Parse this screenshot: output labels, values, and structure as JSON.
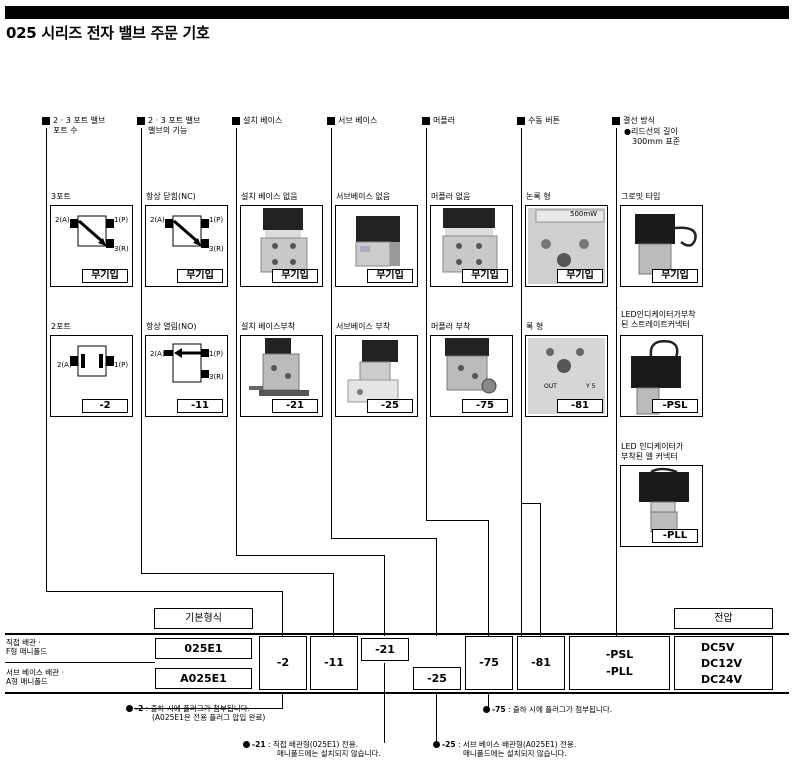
{
  "title": "025 시리즈 전자 밸브 주문 기호",
  "headers": {
    "h1": [
      "2 · 3 포트 밸브",
      "포트 수"
    ],
    "h2": [
      "2 · 3 포트 밸브",
      "밸브의 기능"
    ],
    "h3": "설치 베이스",
    "h4": "서브 베이스",
    "h5": "머플러",
    "h6": "수동 버튼",
    "h7": "결선 방식",
    "h7_sub": [
      "●리드선의 길이",
      "300mm 표준"
    ]
  },
  "options": {
    "port3": {
      "label": "3포트",
      "code": "무기입",
      "sym": {
        "a": "2(A)",
        "p": "1(P)",
        "r": "3(R)"
      }
    },
    "port2": {
      "label": "2포트",
      "code": "-2",
      "sym": {
        "a": "2(A)",
        "p": "1(P)"
      }
    },
    "nc": {
      "label": "항상 닫힘(NC)",
      "code": "무기입",
      "sym": {
        "a": "2(A)",
        "p": "1(P)",
        "r": "3(R)"
      }
    },
    "no": {
      "label": "항상 열림(NO)",
      "code": "-11",
      "sym": {
        "a": "2(A)",
        "p": "1(P)",
        "r": "3(R)"
      }
    },
    "base_none": {
      "label": "설치 베이스 없음",
      "code": "무기입"
    },
    "base_with": {
      "label": "설치 베이스부착",
      "code": "-21"
    },
    "sub_none": {
      "label": "서브베이스 없음",
      "code": "무기입"
    },
    "sub_with": {
      "label": "서브베이스 부착",
      "code": "-25"
    },
    "muf_none": {
      "label": "머플러 없음",
      "code": "무기입"
    },
    "muf_with": {
      "label": "머플러 부착",
      "code": "-75"
    },
    "btn_flat": {
      "label": "논록 형",
      "code": "무기입",
      "plate": "500mW"
    },
    "btn_none": {
      "label": "록 형",
      "code": "-81",
      "plate_out": "OUT",
      "plate_y": "Y 5"
    },
    "wire_grommet": {
      "label": "그로밋 타입",
      "code": "무기입"
    },
    "wire_psl": {
      "label": [
        "LED인디케이터가부착",
        "된 스트레이트커넥터"
      ],
      "code": "-PSL"
    },
    "wire_pll": {
      "label": [
        "LED 인디케이터가",
        "부착된 엘 커넥터"
      ],
      "code": "-PLL"
    }
  },
  "table": {
    "basic_header": "기본형식",
    "voltage_header": "전압",
    "row1_label": [
      "직접 배관 ·",
      "F형 매니폴드"
    ],
    "row2_label": [
      "서브 베이스 배관 ·",
      "A형 매니폴드"
    ],
    "basic1": "025E1",
    "basic2": "A025E1",
    "c_port": "-2",
    "c_func": "-11",
    "c_base": "-21",
    "c_sub": "-25",
    "c_muf": "-75",
    "c_btn": "-81",
    "c_wire1": "-PSL",
    "c_wire2": "-PLL",
    "volts": [
      "DC5V",
      "DC12V",
      "DC24V"
    ]
  },
  "notes": {
    "n2_code": "-2",
    "n2_text": [
      ": 출하 시에 플러그가 첨부됩니다.",
      "(A025E1은 전용 플러그 압입 완료)"
    ],
    "n75_code": "-75",
    "n75_text": ": 출하 시에 플러그가 첨부됩니다.",
    "n21_code": "-21",
    "n21_text": [
      ": 직접 배관형(025E1) 전용.",
      "매니폴드에는 설치되지 않습니다."
    ],
    "n25_code": "-25",
    "n25_text": [
      ": 서브 베이스 배관형(A025E1) 전용.",
      "매니폴드에는 설치되지 않습니다."
    ]
  }
}
